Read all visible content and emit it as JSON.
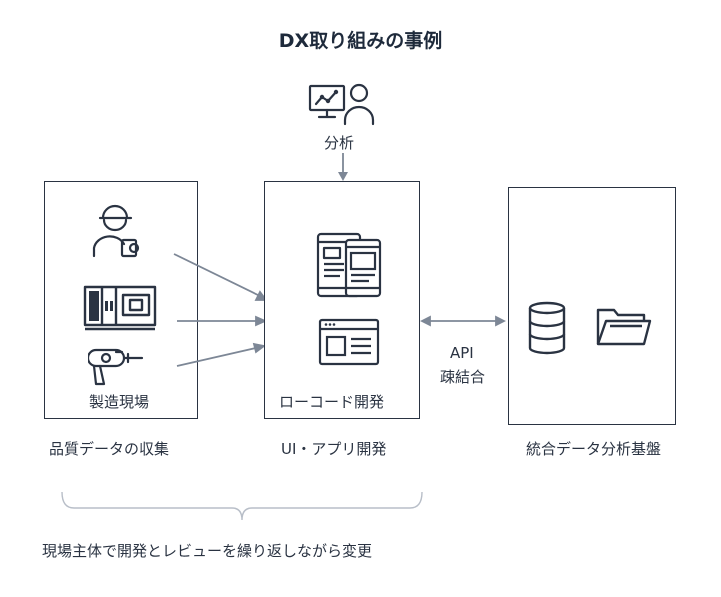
{
  "title": "DX取り組みの事例",
  "analysis": {
    "label": "分析",
    "icon": "analyst-monitor-icon"
  },
  "left_box": {
    "inner_label": "製造現場",
    "caption": "品質データの収集",
    "icons": [
      "worker-icon",
      "machine-icon",
      "drill-icon"
    ]
  },
  "center_box": {
    "inner_label": "ローコード開発",
    "caption": "UI・アプリ開発",
    "icons": [
      "devices-icon",
      "window-app-icon"
    ]
  },
  "right_box": {
    "caption": "統合データ分析基盤",
    "icons": [
      "database-icon",
      "folder-icon"
    ]
  },
  "connector": {
    "line1": "API",
    "line2": "疎結合"
  },
  "bottom_note": "現場主体で開発とレビューを繰り返しながら変更",
  "colors": {
    "arrow": "#7d8796",
    "stroke": "#2a3342",
    "text": "#1e2a3b"
  }
}
